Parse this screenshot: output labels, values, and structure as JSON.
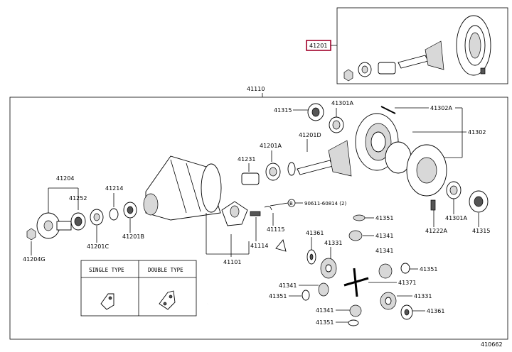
{
  "diagram": {
    "figure_number": "410662",
    "highlight_label": "41201",
    "labels": {
      "l41110": "41110",
      "l41315a": "41315",
      "l41301a_top": "41301A",
      "l41302a": "41302A",
      "l41302": "41302",
      "l41201d": "41201D",
      "l41231": "41231",
      "l41201a": "41201A",
      "l41204": "41204",
      "l41252": "41252",
      "l41214": "41214",
      "l41204g": "41204G",
      "l41201c": "41201C",
      "l41201b": "41201B",
      "l90611": "90611-60814 (2)",
      "l41351a": "41351",
      "l41361a": "41361",
      "l41341a": "41341",
      "l41331a": "41331",
      "l41341b": "41341",
      "l41115": "41115",
      "l41114": "41114",
      "l41101": "41101",
      "l41222a": "41222A",
      "l41301a_bot": "41301A",
      "l41315b": "41315",
      "l41351b": "41351",
      "l41371": "41371",
      "l41341c": "41341",
      "l41331b": "41331",
      "l41351c": "41351",
      "l41341d": "41341",
      "l41361b": "41361",
      "l41351d": "41351",
      "circle_b": "B"
    },
    "type_table": {
      "single": "SINGLE TYPE",
      "double": "DOUBLE TYPE"
    }
  }
}
